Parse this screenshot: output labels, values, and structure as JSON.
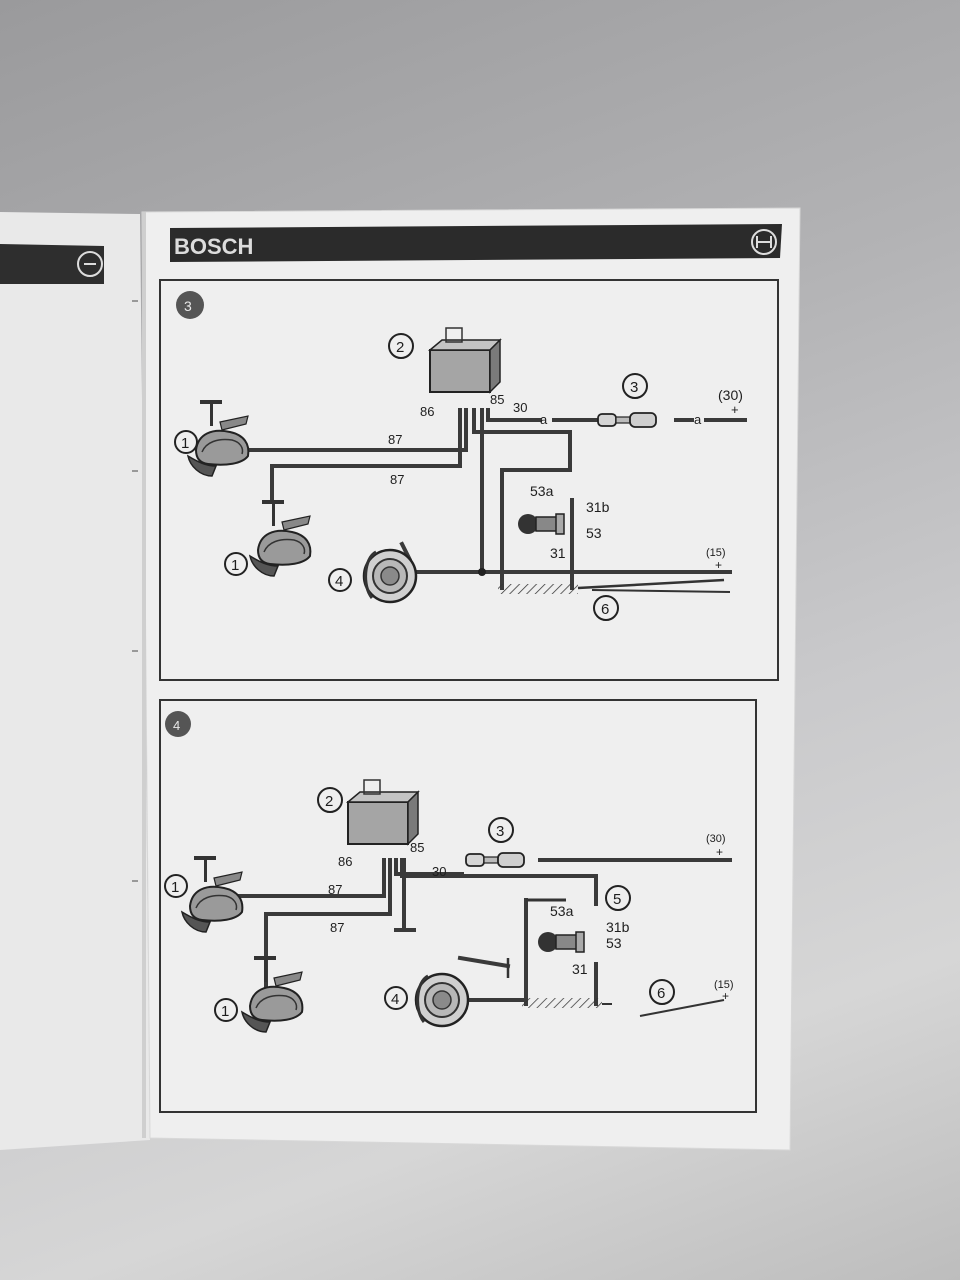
{
  "brand": "BOSCH",
  "figures": [
    {
      "figure_number": "3",
      "callouts": {
        "horn_upper": "1",
        "relay": "2",
        "fuse": "3",
        "horn_lower": "1",
        "electric_horn": "4",
        "switch_line": "6"
      },
      "terminals": {
        "relay_86": "86",
        "relay_85": "85",
        "relay_30": "30",
        "wire_87_upper": "87",
        "wire_87_lower": "87",
        "fuse_a_left": "a",
        "fuse_a_right": "a",
        "supply_30": "(30)",
        "supply_30_sign": "+",
        "switch_53a": "53a",
        "switch_31b": "31b",
        "switch_53": "53",
        "switch_31": "31",
        "supply_15": "(15)",
        "supply_15_sign": "+"
      }
    },
    {
      "figure_number": "4",
      "callouts": {
        "horn_upper": "1",
        "relay": "2",
        "fuse": "3",
        "horn_lower": "1",
        "electric_horn": "4",
        "switch": "5",
        "switch_line": "6"
      },
      "terminals": {
        "relay_86": "86",
        "relay_85": "85",
        "relay_30": "30",
        "wire_87_upper": "87",
        "wire_87_lower": "87",
        "supply_30": "(30)",
        "supply_30_sign": "+",
        "switch_53a": "53a",
        "switch_31b": "31b",
        "switch_53": "53",
        "switch_31": "31",
        "supply_15": "(15)",
        "supply_15_sign": "+"
      }
    }
  ],
  "colors": {
    "paper": "#efefef",
    "ink": "#2a2a2a",
    "header_bar": "#2b2b2b",
    "background": "#b8b8ba"
  },
  "icons": [
    "bosch-armature-icon",
    "horn-icon",
    "relay-icon",
    "fuse-icon",
    "switch-knob-icon",
    "ground-icon",
    "electric-horn-icon"
  ]
}
